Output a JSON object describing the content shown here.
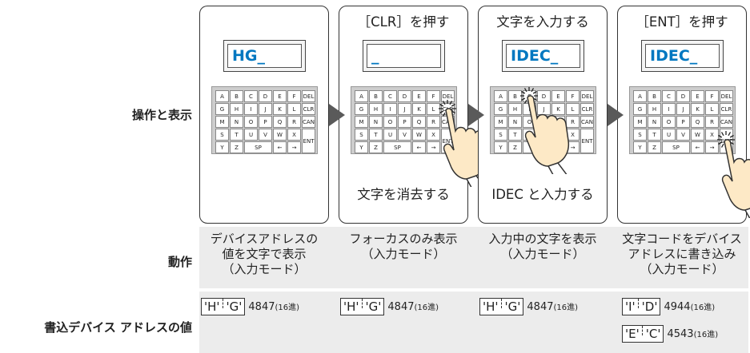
{
  "row_labels": {
    "operation": "操作と表示",
    "action": "動作",
    "value": "書込デバイス アドレスの値"
  },
  "keyboard": {
    "rows": [
      [
        "A",
        "B",
        "C",
        "D",
        "E",
        "F",
        "DEL"
      ],
      [
        "G",
        "H",
        "I",
        "J",
        "K",
        "L",
        "CLR"
      ],
      [
        "M",
        "N",
        "O",
        "P",
        "Q",
        "R",
        "CAN"
      ],
      [
        "S",
        "T",
        "U",
        "V",
        "W",
        "X"
      ],
      [
        "Y",
        "Z",
        "SP",
        "←",
        "→"
      ]
    ],
    "ent": "ENT"
  },
  "panels": [
    {
      "title": "",
      "lcd": "HG_",
      "caption": "",
      "pressed_key": ""
    },
    {
      "title": "［CLR］を押す",
      "lcd": "_",
      "caption": "文字を消去する",
      "pressed_key": "CLR"
    },
    {
      "title": "文字を入力する",
      "lcd": "IDEC_",
      "caption": "IDEC と入力する",
      "pressed_key": "C"
    },
    {
      "title": "［ENT］を押す",
      "lcd": "IDEC_",
      "caption": "",
      "pressed_key": "ENT"
    }
  ],
  "actions": [
    [
      "デバイスアドレスの",
      "値を文字で表示",
      "（入力モード）"
    ],
    [
      "フォーカスのみ表示",
      "（入力モード）"
    ],
    [
      "入力中の文字を表示",
      "（入力モード）"
    ],
    [
      "文字コードをデバイス",
      "アドレスに書き込み",
      "（入力モード）"
    ]
  ],
  "values": [
    [
      {
        "chars": [
          "'H'",
          "'G'"
        ],
        "code": "4847",
        "unit": "(16進)"
      }
    ],
    [
      {
        "chars": [
          "'H'",
          "'G'"
        ],
        "code": "4847",
        "unit": "(16進)"
      }
    ],
    [
      {
        "chars": [
          "'H'",
          "'G'"
        ],
        "code": "4847",
        "unit": "(16進)"
      }
    ],
    [
      {
        "chars": [
          "'I'",
          "'D'"
        ],
        "code": "4944",
        "unit": "(16進)"
      },
      {
        "chars": [
          "'E'",
          "'C'"
        ],
        "code": "4543",
        "unit": "(16進)"
      }
    ]
  ],
  "colors": {
    "lcd_text": "#0077c0",
    "band": "#ececec",
    "arrow": "#5a5a5a",
    "hand_fill": "#fde9c6",
    "hand_stroke": "#333333"
  }
}
